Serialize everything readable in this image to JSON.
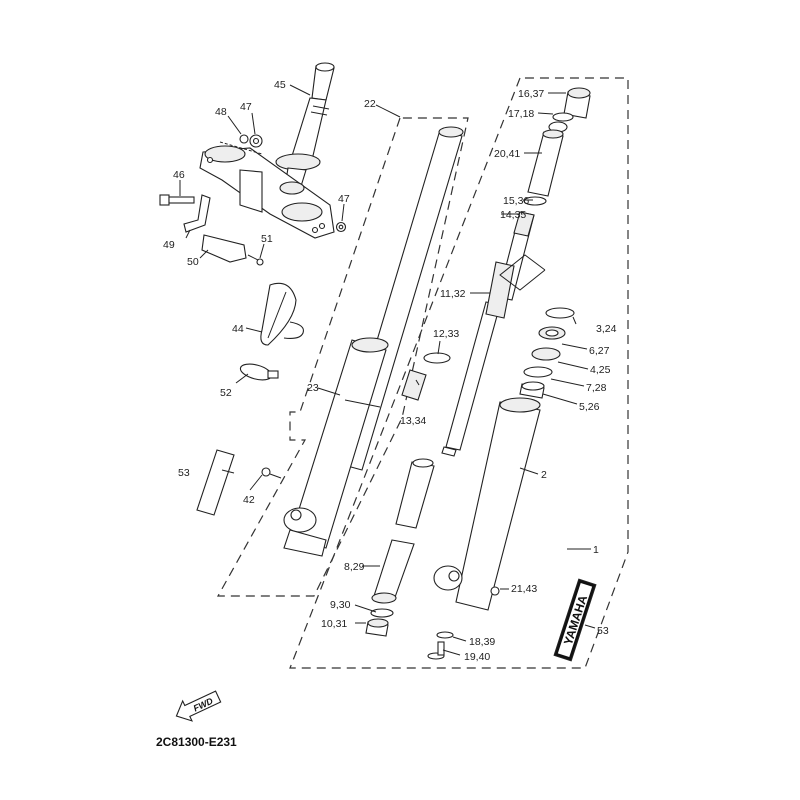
{
  "diagram": {
    "title_code": "2C81300-E231",
    "fwd_label": "FWD",
    "brand_decal_text": "YAMAHA",
    "callouts": [
      {
        "id": "c45",
        "text": "45"
      },
      {
        "id": "c47a",
        "text": "47"
      },
      {
        "id": "c48",
        "text": "48"
      },
      {
        "id": "c46",
        "text": "46"
      },
      {
        "id": "c47b",
        "text": "47"
      },
      {
        "id": "c49",
        "text": "49"
      },
      {
        "id": "c51",
        "text": "51"
      },
      {
        "id": "c50",
        "text": "50"
      },
      {
        "id": "c44",
        "text": "44"
      },
      {
        "id": "c52",
        "text": "52"
      },
      {
        "id": "c23",
        "text": "23"
      },
      {
        "id": "c53a",
        "text": "53"
      },
      {
        "id": "c42",
        "text": "42"
      },
      {
        "id": "c22",
        "text": "22"
      },
      {
        "id": "c16_37",
        "text": "16,37"
      },
      {
        "id": "c17_18",
        "text": "17,18"
      },
      {
        "id": "c20_41",
        "text": "20,41"
      },
      {
        "id": "c15_36",
        "text": "15,36"
      },
      {
        "id": "c14_35",
        "text": "14,35"
      },
      {
        "id": "c11_32",
        "text": "11,32"
      },
      {
        "id": "c12_33",
        "text": "12,33"
      },
      {
        "id": "c13_34",
        "text": "13,34"
      },
      {
        "id": "c3_24",
        "text": "3,24"
      },
      {
        "id": "c6_27",
        "text": "6,27"
      },
      {
        "id": "c4_25",
        "text": "4,25"
      },
      {
        "id": "c7_28",
        "text": "7,28"
      },
      {
        "id": "c5_26",
        "text": "5,26"
      },
      {
        "id": "c2",
        "text": "2"
      },
      {
        "id": "c1",
        "text": "1"
      },
      {
        "id": "c8_29",
        "text": "8,29"
      },
      {
        "id": "c9_30",
        "text": "9,30"
      },
      {
        "id": "c10_31",
        "text": "10,31"
      },
      {
        "id": "c21_43",
        "text": "21,43"
      },
      {
        "id": "c18_39",
        "text": "18,39"
      },
      {
        "id": "c19_40",
        "text": "19,40"
      },
      {
        "id": "c53b",
        "text": "53"
      }
    ]
  }
}
